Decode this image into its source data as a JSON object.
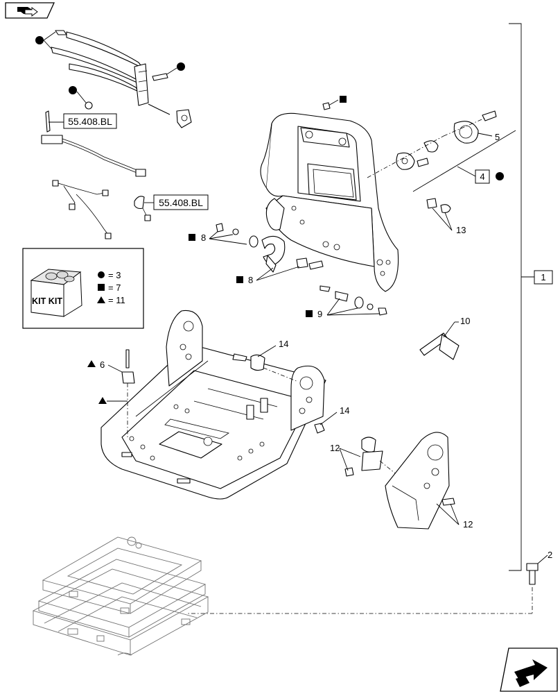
{
  "legend": {
    "kit_logo_text": "KIT KIT",
    "entries": [
      {
        "symbol": "circle",
        "label": "= 3"
      },
      {
        "symbol": "square",
        "label": "= 7"
      },
      {
        "symbol": "triangle",
        "label": "= 11"
      }
    ]
  },
  "references": {
    "harness_ref_top": "55.408.BL",
    "harness_ref_bottom": "55.408.BL"
  },
  "callouts": {
    "c1": "1",
    "c2": "2",
    "c4": "4",
    "c5": "5",
    "c6": "6",
    "c8a": "8",
    "c8b": "8",
    "c9": "9",
    "c10": "10",
    "c12a": "12",
    "c12b": "12",
    "c13": "13",
    "c14a": "14",
    "c14b": "14"
  },
  "icons": {
    "top_left": "back-arrow-icon",
    "bottom_right": "next-page-arrow-icon"
  }
}
